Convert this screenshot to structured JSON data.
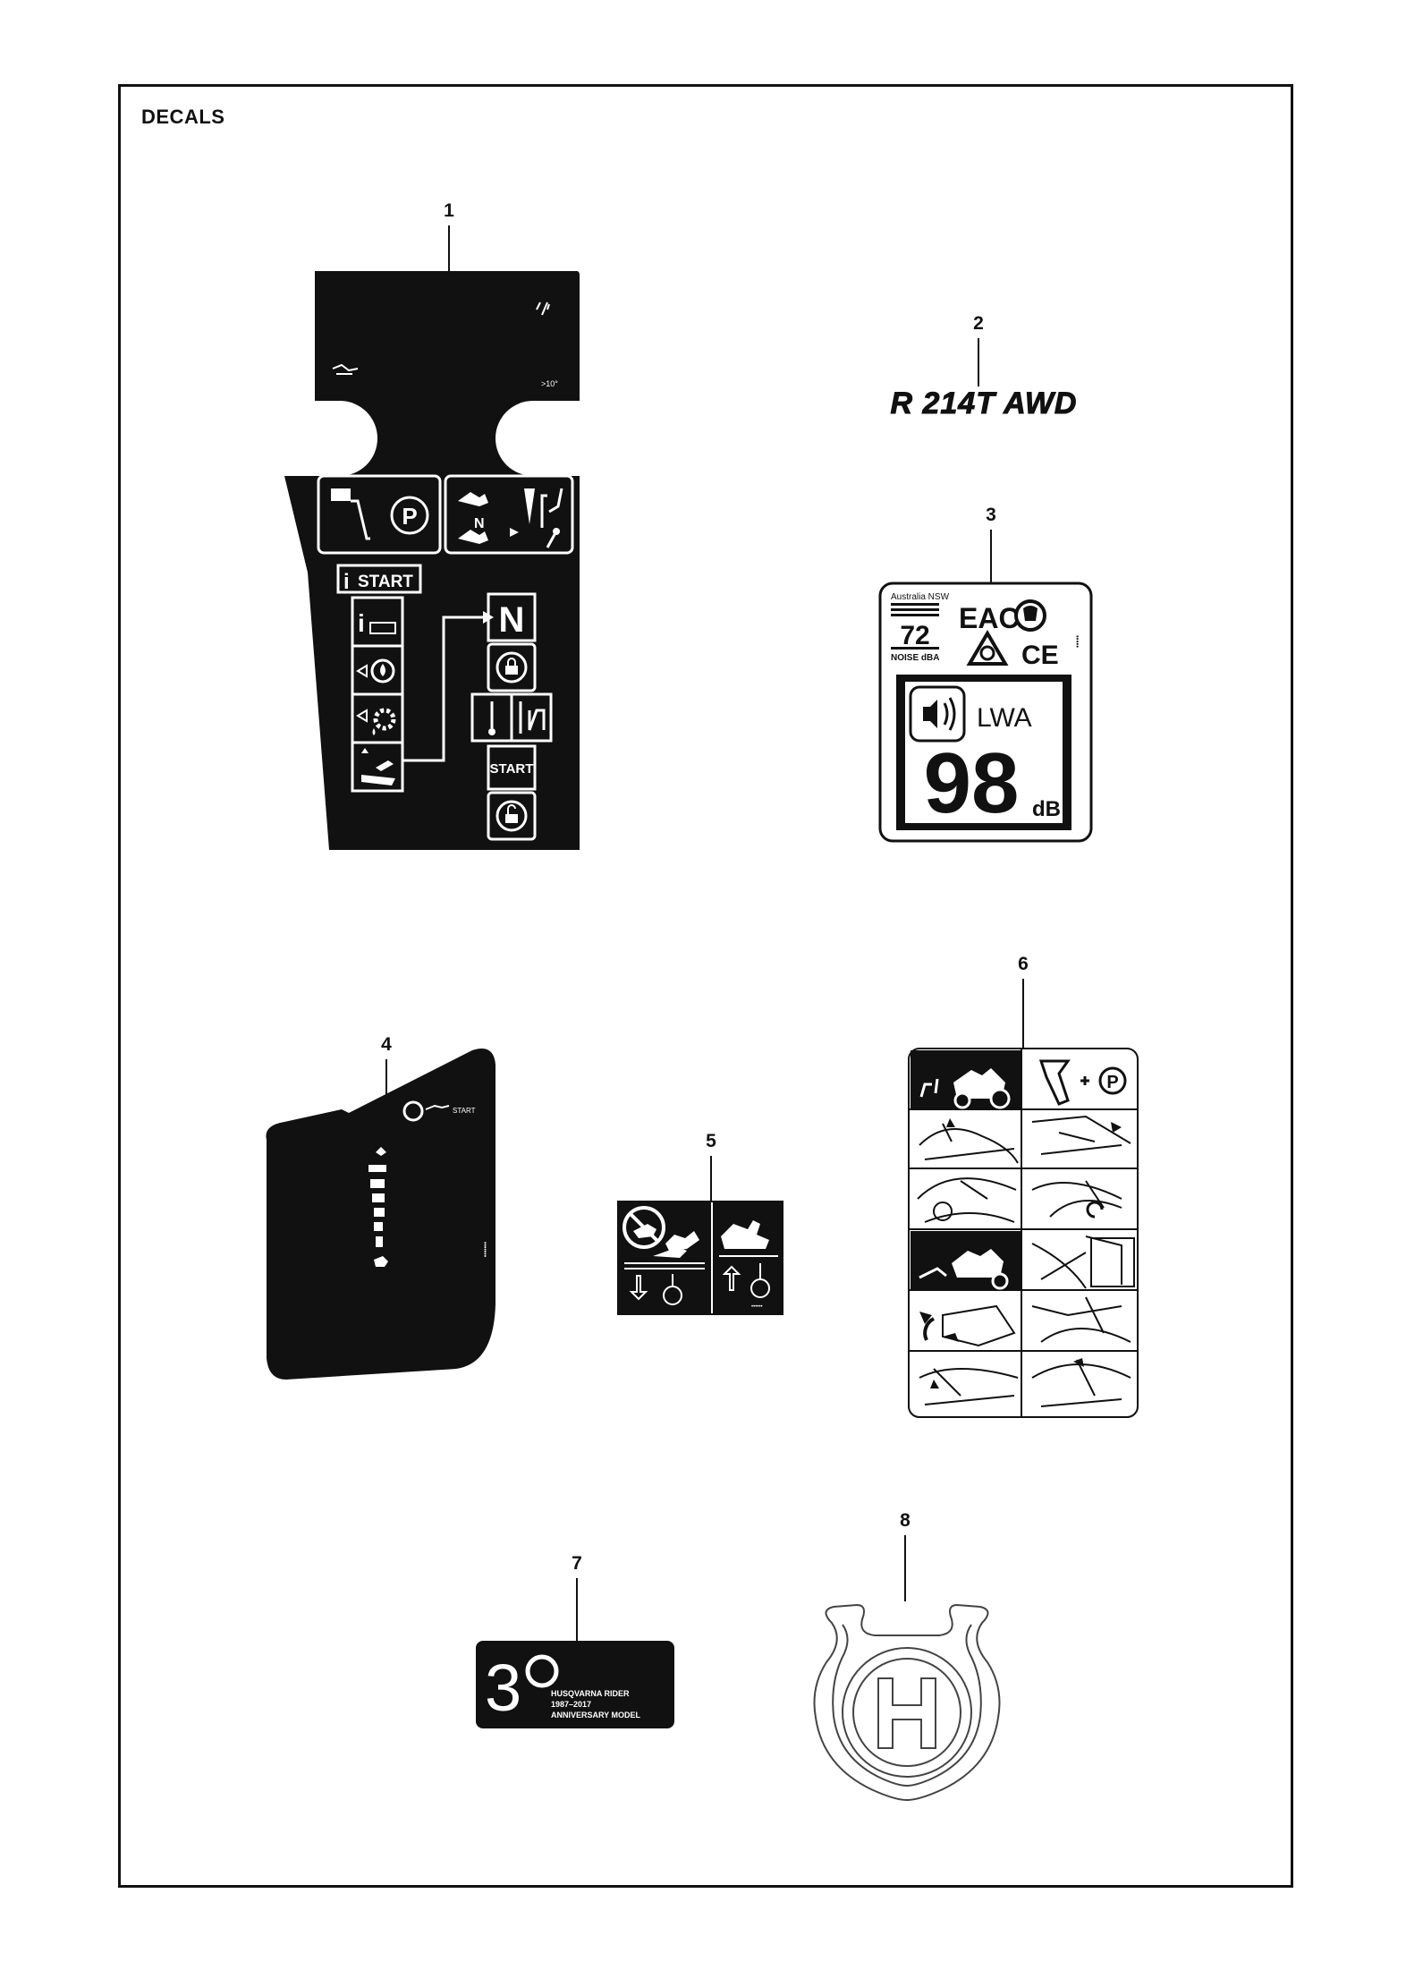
{
  "page": {
    "title": "DECALS"
  },
  "callouts": [
    "1",
    "2",
    "3",
    "4",
    "5",
    "6",
    "7",
    "8"
  ],
  "decal1": {
    "neutral": "N",
    "start_header": "START",
    "start_lower": "START",
    "parking": "P",
    "neutral_small": "N",
    "slope": ">10°"
  },
  "decal2": {
    "model": "R 214T AWD"
  },
  "decal3": {
    "region": "Australia NSW",
    "noise_value": "72",
    "noise_label": "NOISE dBA",
    "eac": "EAC",
    "ce": "CE",
    "lwa": "LWA",
    "sound_power": "98",
    "unit": "dB"
  },
  "decal4": {
    "start": "START"
  },
  "decal6": {
    "parking": "P"
  },
  "decal7": {
    "numeral": "3",
    "line1": "HUSQVARNA RIDER",
    "line2": "1987–2017",
    "line3": "ANNIVERSARY MODEL"
  }
}
